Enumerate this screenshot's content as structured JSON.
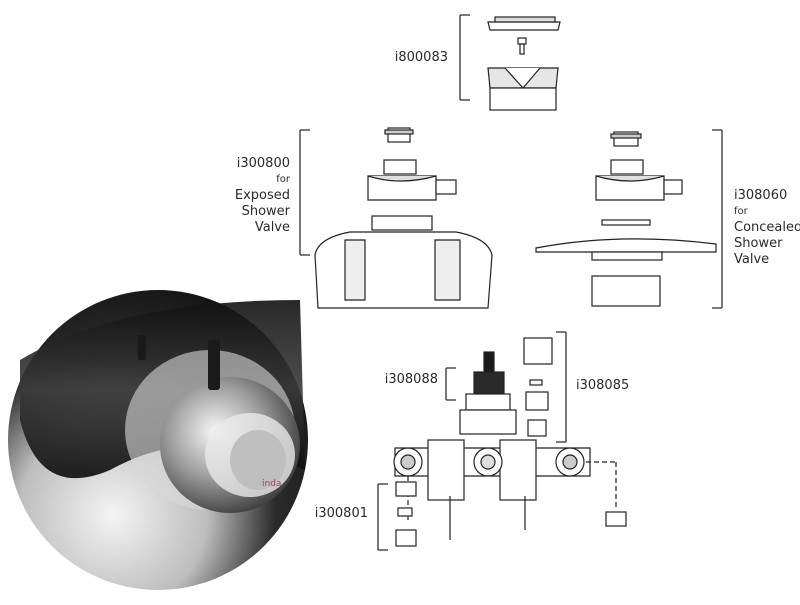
{
  "parts": {
    "top_cap": {
      "code": "i800083"
    },
    "exposed": {
      "code": "i300800",
      "for": "for",
      "line1": "Exposed",
      "line2": "Shower",
      "line3": "Valve"
    },
    "concealed": {
      "code": "i308060",
      "for": "for",
      "line1": "Concealed",
      "line2": "Shower",
      "line3": "Valve"
    },
    "cartridge": {
      "code": "i308088"
    },
    "stack": {
      "code": "i308085"
    },
    "fitting": {
      "code": "i300801"
    }
  },
  "photo": {
    "brand_mark": "inda"
  }
}
